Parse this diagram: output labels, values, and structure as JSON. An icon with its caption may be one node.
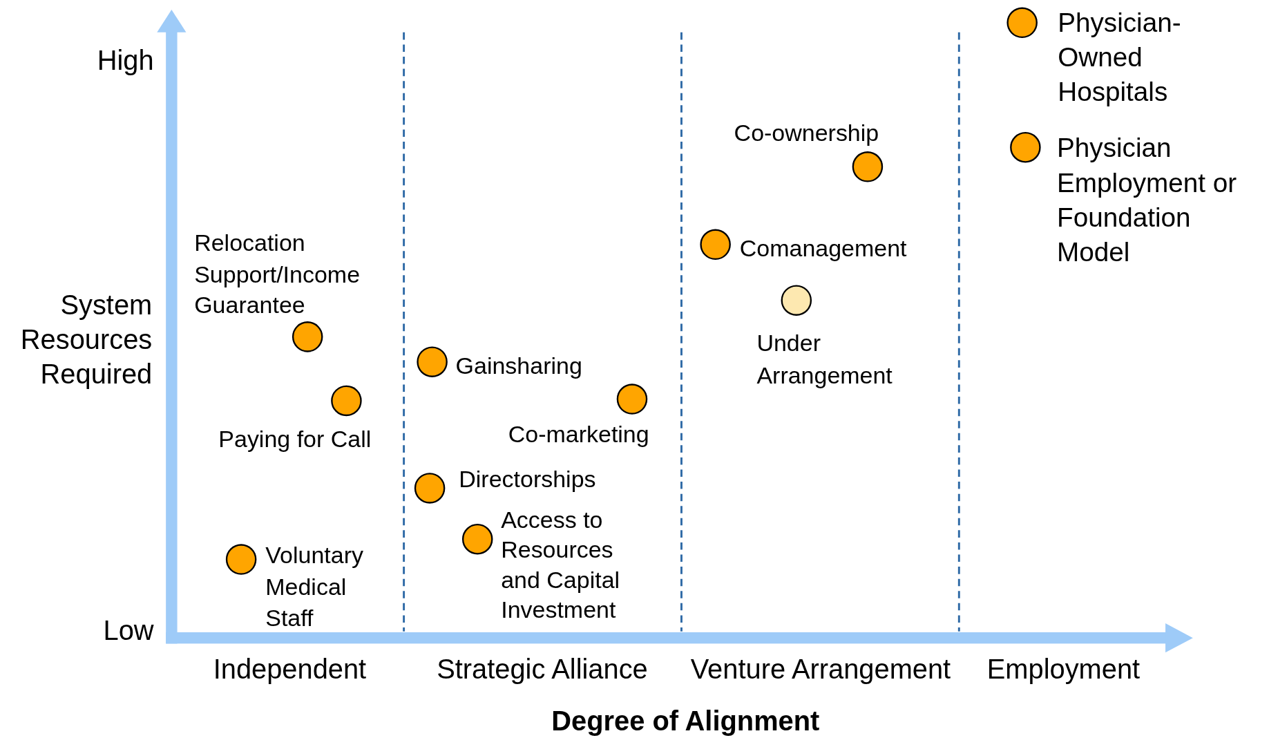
{
  "diagram": {
    "nodes": [
      {
        "text": [],
        "shape": "circle",
        "beside": [
          "Relocation Support/Income Guarantee"
        ]
      },
      {
        "text": [],
        "shape": "circle",
        "beside": [
          "Paying for Call"
        ]
      },
      {
        "text": [],
        "shape": "circle",
        "beside": [
          "Voluntary Medical Staff"
        ]
      },
      {
        "text": [],
        "shape": "circle",
        "beside": [
          "Gainsharing"
        ]
      },
      {
        "text": [],
        "shape": "circle",
        "beside": [
          "Co-marketing"
        ]
      },
      {
        "text": [],
        "shape": "circle",
        "beside": [
          "Directorships"
        ]
      },
      {
        "text": [],
        "shape": "circle",
        "beside": [
          "Access to Resources and Capital Investment"
        ]
      },
      {
        "text": [],
        "shape": "circle",
        "beside": [
          "Co-ownership"
        ]
      },
      {
        "text": [],
        "shape": "circle",
        "beside": [
          "Comanagement"
        ]
      },
      {
        "text": [],
        "shape": "circle",
        "beside": [
          "Under Arrangement"
        ]
      },
      {
        "text": [],
        "shape": "circle",
        "beside": [
          "Physician-Owned Hospitals"
        ]
      },
      {
        "text": [],
        "shape": "circle",
        "beside": [
          "Physician Employment or Foundation Model"
        ]
      }
    ],
    "edges": [],
    "labels": [
      "High",
      "System Resources Required",
      "Low",
      "Independent",
      "Strategic Alliance",
      "Venture Arrangement",
      "Employment",
      "Degree of Alignment"
    ]
  }
}
